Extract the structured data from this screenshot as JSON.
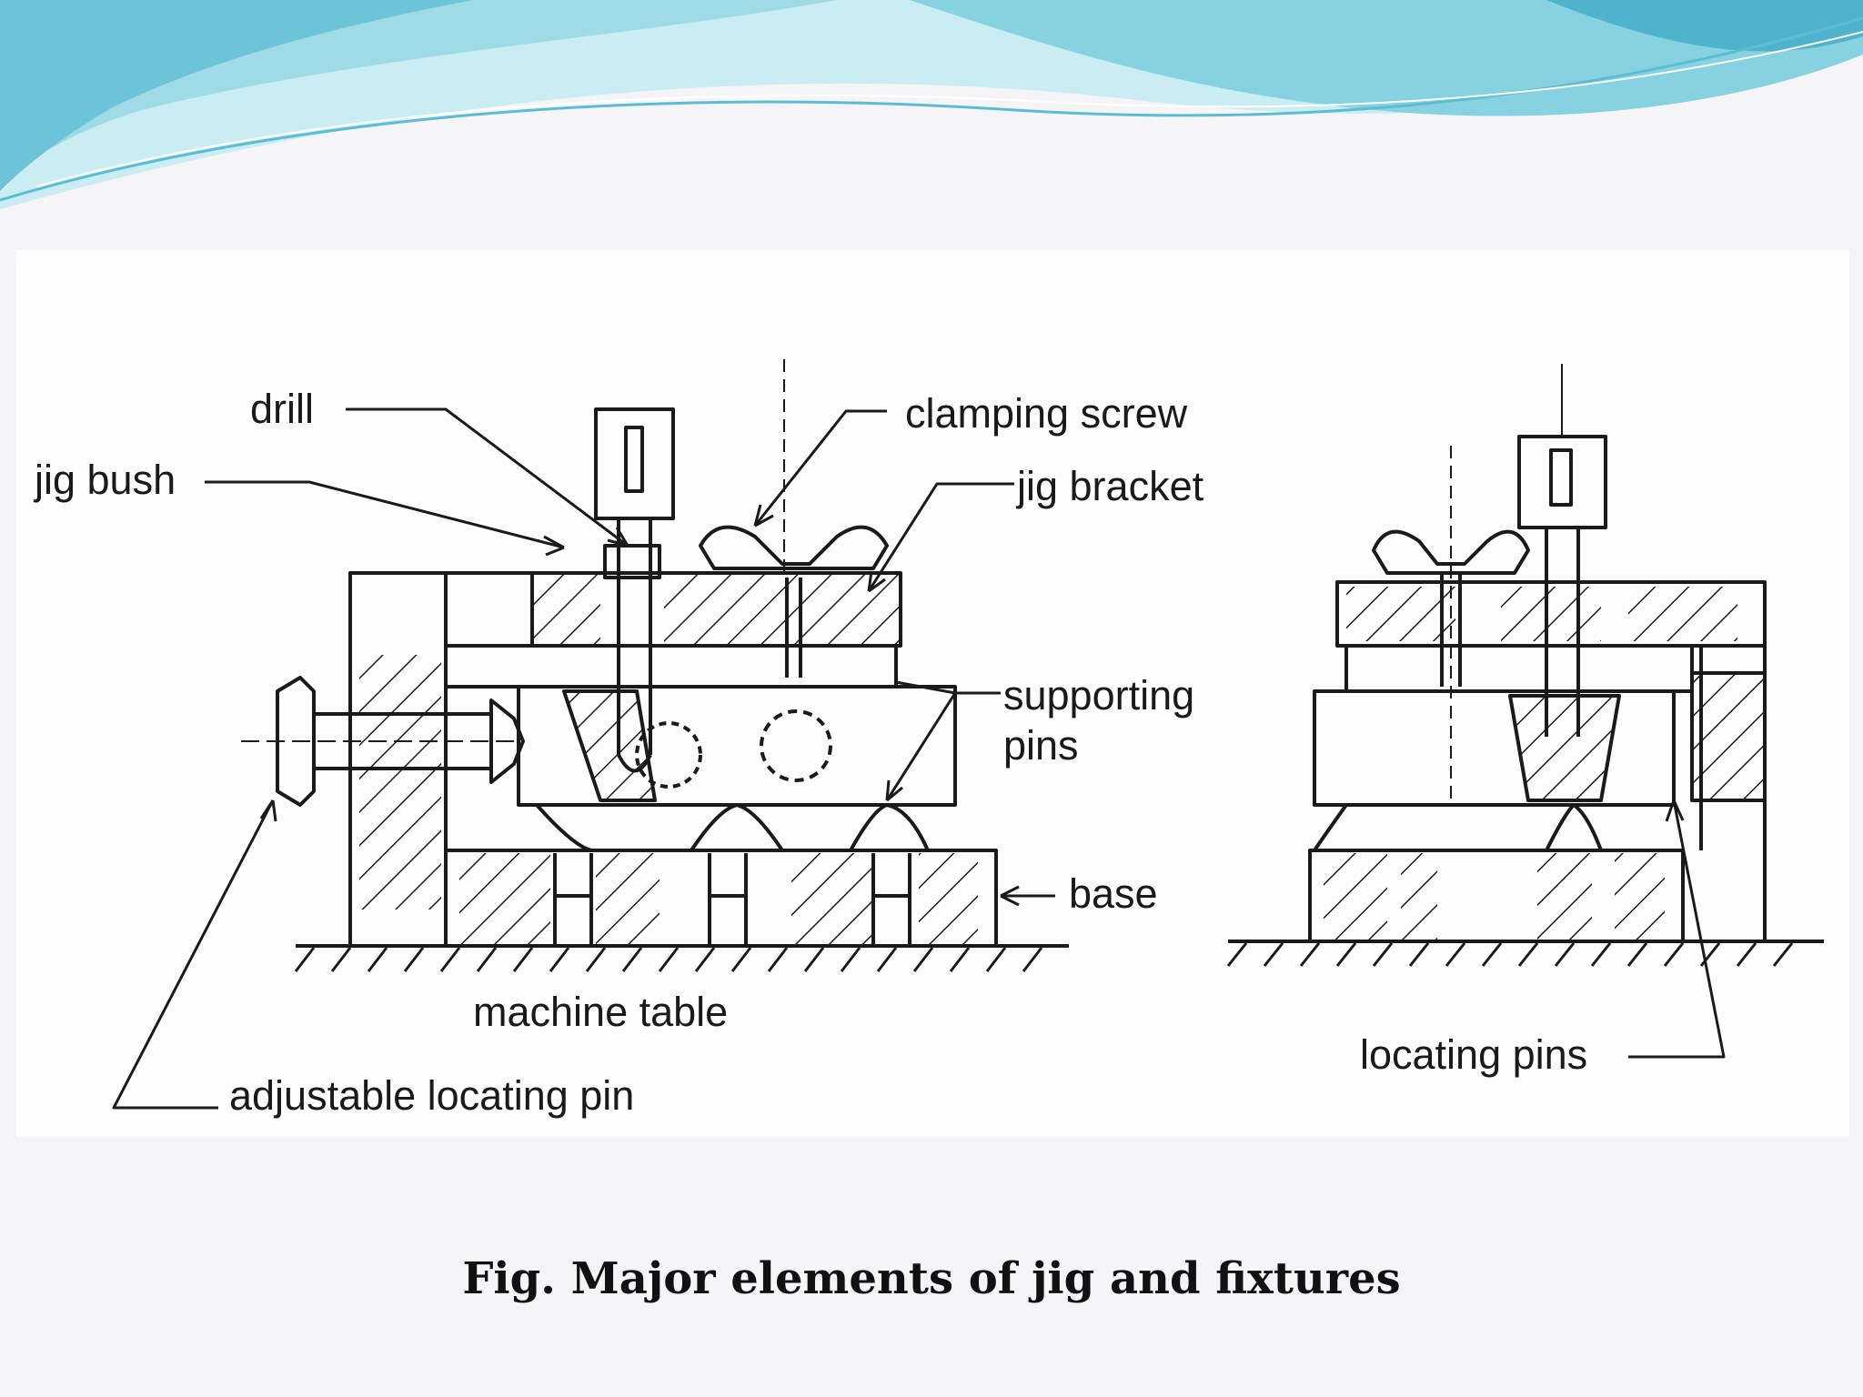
{
  "colors": {
    "background": "#f5f5f8",
    "wave_light": "#c9edf2",
    "wave_mid": "#86d2e0",
    "wave_dark": "#4fb3cc",
    "line": "#1a1a1a"
  },
  "labels": {
    "drill": "drill",
    "jig_bush": "jig bush",
    "clamping_screw": "clamping screw",
    "jig_bracket": "jig bracket",
    "supporting_pins_line1": "supporting",
    "supporting_pins_line2": "pins",
    "base": "base",
    "machine_table": "machine table",
    "adjustable_locating_pin": "adjustable locating pin",
    "locating_pins": "locating pins"
  },
  "caption": "Fig. Major elements of jig and fixtures"
}
